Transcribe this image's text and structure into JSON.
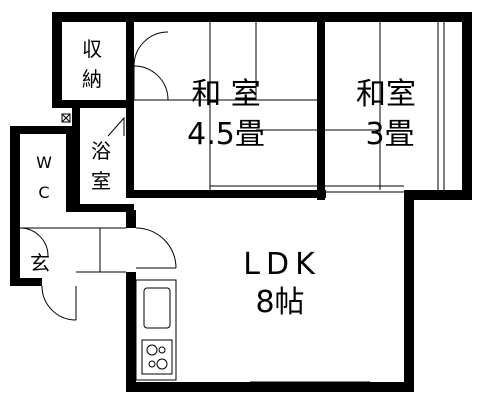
{
  "rooms": {
    "washitsu_large": {
      "line1": "和 室",
      "line2": "4.5畳"
    },
    "washitsu_small": {
      "line1": "和室",
      "line2": "3畳"
    },
    "ldk": {
      "line1": "LDK",
      "line2": "8帖"
    },
    "storage": {
      "char1": "収",
      "char2": "納"
    },
    "bath": {
      "char1": "浴",
      "char2": "室"
    },
    "wc": {
      "char1": "W",
      "char2": "C"
    },
    "entrance": {
      "label": "玄"
    }
  }
}
